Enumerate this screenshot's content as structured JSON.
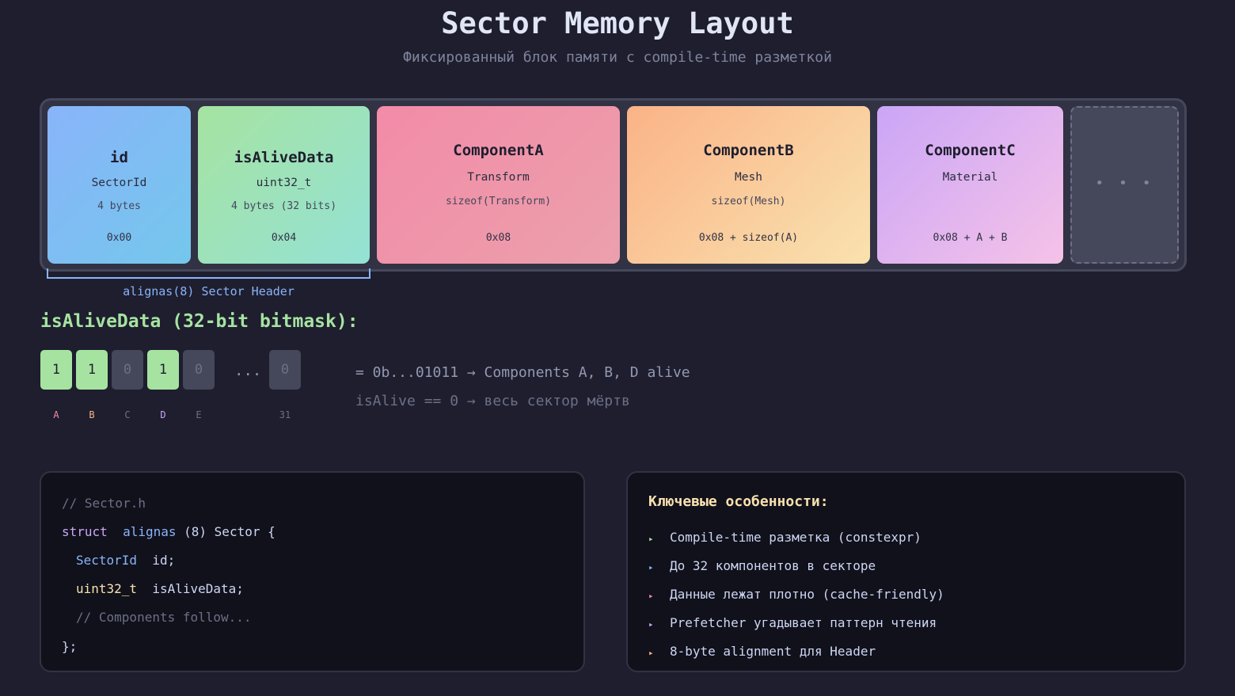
{
  "title": "Sector Memory Layout",
  "subtitle": "Фиксированный блок памяти с compile-time разметкой",
  "blocks": [
    {
      "name": "id",
      "type": "SectorId",
      "size": "4 bytes",
      "offset": "0x00"
    },
    {
      "name": "isAliveData",
      "type": "uint32_t",
      "size": "4 bytes (32 bits)",
      "offset": "0x04"
    },
    {
      "name": "ComponentA",
      "type": "Transform",
      "size": "sizeof(Transform)",
      "offset": "0x08"
    },
    {
      "name": "ComponentB",
      "type": "Mesh",
      "size": "sizeof(Mesh)",
      "offset": "0x08 + sizeof(A)"
    },
    {
      "name": "ComponentC",
      "type": "Material",
      "size": "",
      "offset": "0x08 + A + B"
    },
    {
      "name": "• • •"
    }
  ],
  "header_bracket_label": "alignas(8) Sector Header",
  "bitmask": {
    "title": "isAliveData (32-bit bitmask):",
    "bits": [
      {
        "value": "1",
        "label": "A",
        "on": true,
        "label_color": "#f38ba8"
      },
      {
        "value": "1",
        "label": "B",
        "on": true,
        "label_color": "#fab387"
      },
      {
        "value": "0",
        "label": "C",
        "on": false,
        "label_color": "#6c7086"
      },
      {
        "value": "1",
        "label": "D",
        "on": true,
        "label_color": "#cba6f7"
      },
      {
        "value": "0",
        "label": "E",
        "on": false,
        "label_color": "#6c7086"
      },
      {
        "value": "0",
        "label": "31",
        "on": false,
        "label_color": "#6c7086"
      }
    ],
    "ellipsis": "...",
    "desc1": "= 0b...01011 → Components A, B, D alive",
    "desc2": "isAlive == 0 → весь сектор мёртв"
  },
  "code": {
    "comment1": "// Sector.h",
    "kw_struct": "struct",
    "kw_alignas": "alignas",
    "struct_rest": "(8) Sector {",
    "type1": "SectorId",
    "field1": "id;",
    "type2": "uint32_t",
    "field2": "isAliveData;",
    "comment2": "// Components follow...",
    "close": "};"
  },
  "features": {
    "title": "Ключевые особенности:",
    "items": [
      {
        "text": "Compile-time разметка (constexpr)",
        "arrow": "▸",
        "arrow_color": "#a6e3a1"
      },
      {
        "text": "До 32 компонентов в секторе",
        "arrow": "▸",
        "arrow_color": "#89b4fa"
      },
      {
        "text": "Данные лежат плотно (cache-friendly)",
        "arrow": "▸",
        "arrow_color": "#f38ba8"
      },
      {
        "text": "Prefetcher угадывает паттерн чтения",
        "arrow": "▸",
        "arrow_color": "#cba6f7"
      },
      {
        "text": "8-byte alignment для Header",
        "arrow": "▸",
        "arrow_color": "#fab387"
      }
    ]
  }
}
